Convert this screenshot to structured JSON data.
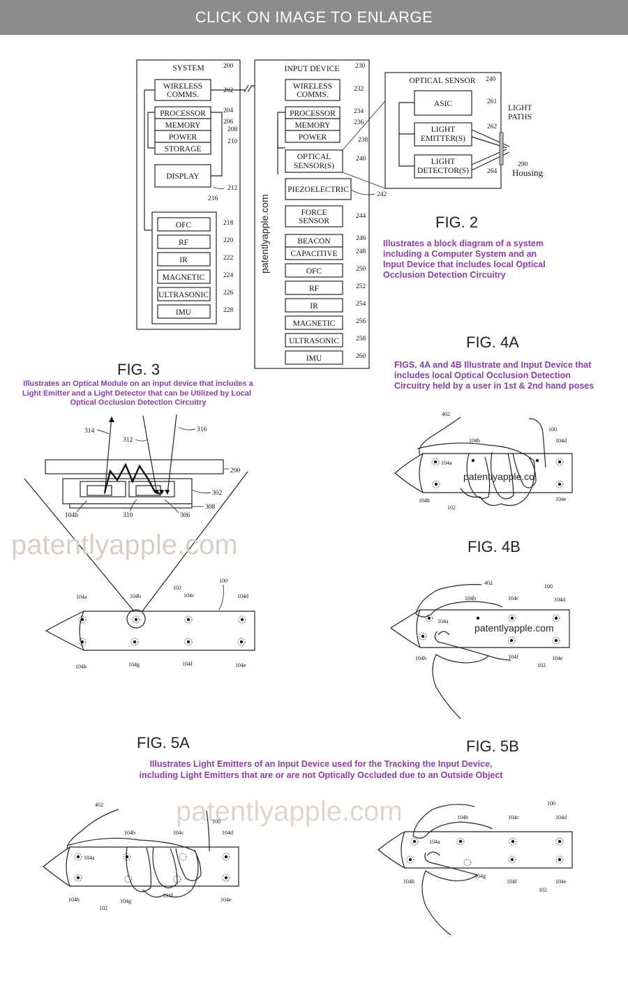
{
  "banner": {
    "text": "CLICK ON IMAGE TO ENLARGE"
  },
  "fig2": {
    "label": "FIG. 2",
    "caption": [
      "Illustrates a block diagram of a system",
      "including a Computer System and an",
      "Input Device that includes local Optical",
      "Occlusion Detection Circuitry"
    ],
    "system": {
      "title": "SYSTEM",
      "ref": "200",
      "blocks": [
        {
          "label": "WIRELESS",
          "label2": "COMMS.",
          "ref": "202"
        },
        {
          "label": "PROCESSOR",
          "ref": "204"
        },
        {
          "label": "MEMORY",
          "ref": "206"
        },
        {
          "label": "POWER",
          "ref": "208"
        },
        {
          "label": "STORAGE",
          "ref": "210"
        },
        {
          "label": "DISPLAY",
          "ref": "212"
        }
      ],
      "sensor_group_ref": "216",
      "sensors": [
        {
          "label": "OFC",
          "ref": "218"
        },
        {
          "label": "RF",
          "ref": "220"
        },
        {
          "label": "IR",
          "ref": "222"
        },
        {
          "label": "MAGNETIC",
          "ref": "224"
        },
        {
          "label": "ULTRASONIC",
          "ref": "226"
        },
        {
          "label": "IMU",
          "ref": "228"
        }
      ]
    },
    "input_device": {
      "title": "INPUT DEVICE",
      "ref": "230",
      "watermark": "patentlyapple.com",
      "blocks": [
        {
          "label": "WIRELESS",
          "label2": "COMMS.",
          "ref": "232"
        },
        {
          "label": "PROCESSOR",
          "ref": "234"
        },
        {
          "label": "MEMORY",
          "ref": "236"
        },
        {
          "label": "POWER",
          "ref": "238"
        },
        {
          "label": "OPTICAL",
          "label2": "SENSOR(S)",
          "ref": "240"
        },
        {
          "label": "PIEZOELECTRIC",
          "ref": "242"
        },
        {
          "label": "FORCE",
          "label2": "SENSOR",
          "ref": "244"
        },
        {
          "label": "BEACON",
          "ref": "246"
        },
        {
          "label": "CAPACITIVE",
          "ref": "248"
        },
        {
          "label": "OFC",
          "ref": "250"
        },
        {
          "label": "RF",
          "ref": "252"
        },
        {
          "label": "IR",
          "ref": "254"
        },
        {
          "label": "MAGNETIC",
          "ref": "256"
        },
        {
          "label": "ULTRASONIC",
          "ref": "258"
        },
        {
          "label": "IMU",
          "ref": "260"
        }
      ]
    },
    "optical_sensor": {
      "title": "OPTICAL SENSOR",
      "ref": "240",
      "asic": {
        "label": "ASIC",
        "ref": "261"
      },
      "emitter": {
        "label": "LIGHT",
        "label2": "EMITTER(S)",
        "ref": "262"
      },
      "detector": {
        "label": "LIGHT",
        "label2": "DETECTOR(S)",
        "ref": "264"
      },
      "light_paths": [
        "LIGHT",
        "PATHS"
      ],
      "housing": {
        "label": "Housing",
        "ref": "290"
      }
    }
  },
  "fig3": {
    "label": "FIG. 3",
    "caption": [
      "Illustrates an Optical Module on an input device that includes a",
      "Light Emitter and a Light Detector that can be Utilized by Local",
      "Optical Occlusion Detection Circuitry"
    ],
    "refs": {
      "r314": "314",
      "r312": "312",
      "r316": "316",
      "r290": "290",
      "r302": "302",
      "r308": "308",
      "r104b": "104b",
      "r310": "310",
      "r306": "306"
    },
    "pen": {
      "r104a": "104a",
      "r104b": "104b",
      "r104c": "104c",
      "r104d": "104d",
      "r102": "102",
      "r100": "100",
      "r104h": "104h",
      "r104g": "104g",
      "r104f": "104f",
      "r104e": "104e"
    }
  },
  "watermark": {
    "text": "patentlyapple.com"
  },
  "fig4a": {
    "label": "FIG. 4A",
    "caption": [
      "FIGS. 4A and 4B Illustrate and Input Device that",
      "includes local Optical Occlusion Detection",
      "Circuitry held by a user in 1st & 2nd hand poses"
    ],
    "watermark": "patentlyapple.co",
    "refs": {
      "r402": "402",
      "r100": "100",
      "r104b": "104b",
      "r104d": "104d",
      "r104a": "104a",
      "r104h": "104h",
      "r102": "102",
      "r104e": "104e"
    }
  },
  "fig4b": {
    "label": "FIG. 4B",
    "watermark": "patentlyapple.com",
    "refs": {
      "r402": "402",
      "r100": "100",
      "r104b": "104b",
      "r104c": "104c",
      "r104d": "104d",
      "r104a": "104a",
      "r104h": "104h",
      "r104f": "104f",
      "r104e": "104e",
      "r102": "102"
    }
  },
  "fig5a": {
    "label": "FIG. 5A",
    "refs": {
      "r402": "402",
      "r100": "100",
      "r104b": "104b",
      "r104c": "104c",
      "r104d": "104d",
      "r104a": "104a",
      "r104h": "104h",
      "r102": "102",
      "r104g": "104g",
      "r104f": "104f",
      "r104e": "104e"
    }
  },
  "fig5b": {
    "label": "FIG. 5B",
    "refs": {
      "r100": "100",
      "r104b": "104b",
      "r104c": "104c",
      "r104d": "104d",
      "r104a": "104a",
      "r104g": "104g",
      "r104h": "104h",
      "r104f": "104f",
      "r102": "102",
      "r104e": "104e"
    }
  },
  "fig5_caption": [
    "Illustrates Light Emitters of an Input Device used for the Tracking the Input Device,",
    "including Light Emitters that are or are not Optically Occluded due to an Outside Object"
  ]
}
